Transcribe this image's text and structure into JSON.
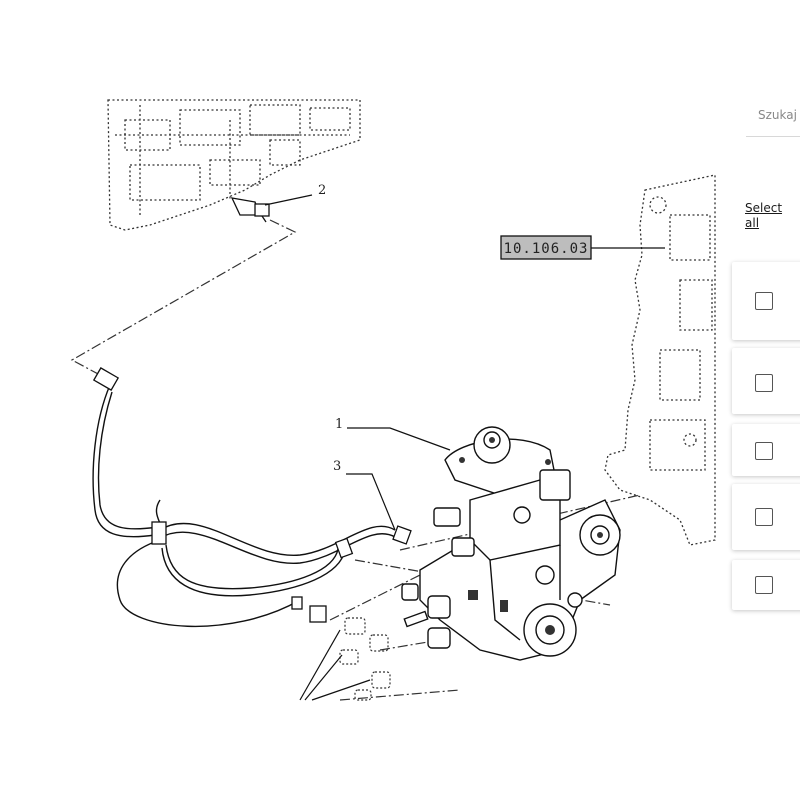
{
  "diagram": {
    "callouts": [
      "1",
      "2",
      "3"
    ],
    "reference_label": "10.106.03"
  },
  "search": {
    "placeholder": "Szukaj w"
  },
  "select_all_label": "Select all",
  "rows": [
    {
      "checked": false
    },
    {
      "checked": false
    },
    {
      "checked": false
    },
    {
      "checked": false
    },
    {
      "checked": false
    }
  ]
}
